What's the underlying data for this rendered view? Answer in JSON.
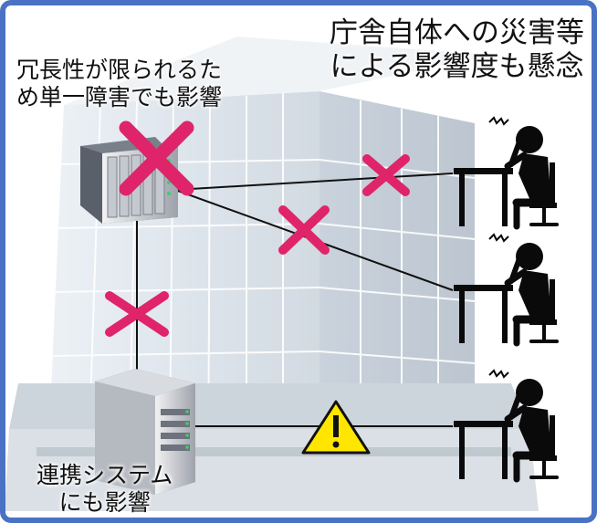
{
  "labels": {
    "building_risk": [
      "庁舎自体への災害等",
      "による影響度も懸念"
    ],
    "server_risk": [
      "冗長性が限られるた",
      "め単一障害でも影響"
    ],
    "linked_system": [
      "連携システム",
      "にも影響"
    ]
  },
  "icons": {
    "building": "office-building-icon",
    "server": "server-rack-icon",
    "linked_server": "tower-server-icon",
    "failure": "red-x-icon",
    "warning": "warning-triangle-icon",
    "worker": "stressed-worker-at-desk-icon"
  },
  "colors": {
    "frame": "#4a72c4",
    "failure_mark": "#e0246a",
    "warning_fill": "#ffe600",
    "building": "#b9c8d6"
  }
}
